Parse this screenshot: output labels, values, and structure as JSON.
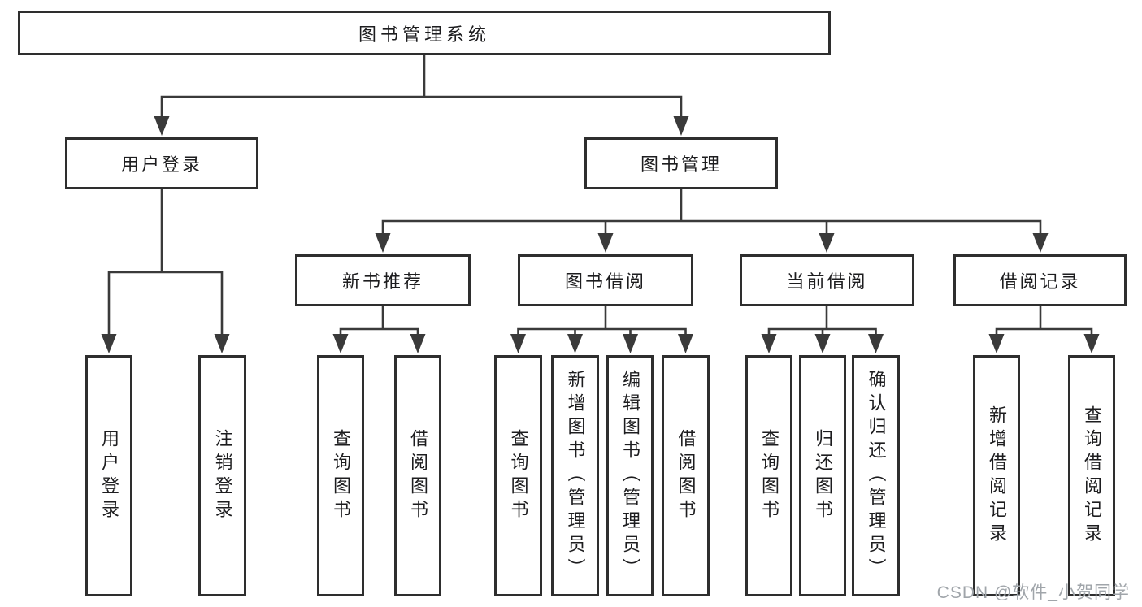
{
  "diagram": {
    "tree": {
      "label": "图书管理系统",
      "children": [
        {
          "label": "用户登录",
          "children": [
            {
              "label": "用户登录"
            },
            {
              "label": "注销登录"
            }
          ]
        },
        {
          "label": "图书管理",
          "children": [
            {
              "label": "新书推荐",
              "children": [
                {
                  "label": "查询图书"
                },
                {
                  "label": "借阅图书"
                }
              ]
            },
            {
              "label": "图书借阅",
              "children": [
                {
                  "label": "查询图书"
                },
                {
                  "label": "新增图书（管理员）"
                },
                {
                  "label": "编辑图书（管理员）"
                },
                {
                  "label": "借阅图书"
                }
              ]
            },
            {
              "label": "当前借阅",
              "children": [
                {
                  "label": "查询图书"
                },
                {
                  "label": "归还图书"
                },
                {
                  "label": "确认归还（管理员）"
                }
              ]
            },
            {
              "label": "借阅记录",
              "children": [
                {
                  "label": "新增借阅记录"
                },
                {
                  "label": "查询借阅记录"
                }
              ]
            }
          ]
        }
      ]
    }
  },
  "watermark": {
    "text": "CSDN @软件_小贺同学"
  },
  "colors": {
    "line": "#3a3a3a",
    "border": "#2e2e2e",
    "text": "#1d1d1f",
    "background": "#ffffff",
    "watermark": "#a0a5aa"
  }
}
